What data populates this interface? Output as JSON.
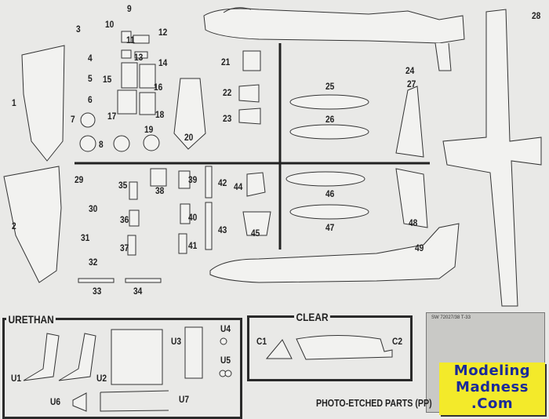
{
  "part_numbers": [
    "1",
    "2",
    "3",
    "4",
    "5",
    "6",
    "7",
    "8",
    "9",
    "10",
    "11",
    "12",
    "13",
    "14",
    "15",
    "16",
    "17",
    "18",
    "19",
    "20",
    "21",
    "22",
    "23",
    "24",
    "25",
    "26",
    "27",
    "28",
    "29",
    "30",
    "31",
    "32",
    "33",
    "34",
    "35",
    "36",
    "37",
    "38",
    "39",
    "40",
    "41",
    "42",
    "43",
    "44",
    "45",
    "46",
    "47",
    "48",
    "49"
  ],
  "urethan": {
    "title": "URETHAN",
    "parts": [
      "U1",
      "U2",
      "U3",
      "U4",
      "U5",
      "U6",
      "U7"
    ]
  },
  "clear": {
    "title": "CLEAR",
    "parts": [
      "C1",
      "C2"
    ]
  },
  "photo_etched": {
    "caption": "PHOTO-ETCHED PARTS (PP)",
    "fret_code": "SW 72027/38   T-33"
  },
  "watermark": {
    "line1": "Modeling",
    "line2": "Madness",
    "line3": ".Com",
    "bg_color": "#f3ea2a",
    "text_color": "#1a2a9a"
  }
}
